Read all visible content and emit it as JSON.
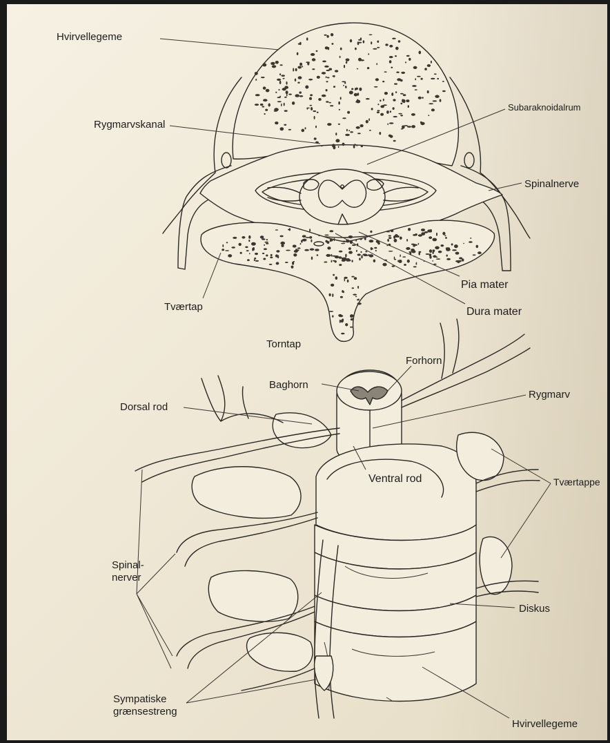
{
  "labels": {
    "hvirvellegeme_top": "Hvirvellegeme",
    "subaraknoidalrum": "Subaraknoidalrum",
    "rygmarvskanal": "Rygmarvskanal",
    "spinalnerve": "Spinalnerve",
    "pia_mater": "Pia mater",
    "dura_mater": "Dura mater",
    "tvaertap": "Tværtap",
    "torntap": "Torntap",
    "forhorn": "Forhorn",
    "baghorn": "Baghorn",
    "rygmarv": "Rygmarv",
    "dorsal_rod": "Dorsal rod",
    "ventral_rod": "Ventral rod",
    "tvaertappe": "Tværtappe",
    "spinalnerver_1": "Spinal-",
    "spinalnerver_2": "nerver",
    "diskus": "Diskus",
    "sympatiske_1": "Sympatiske",
    "sympatiske_2": "grænsestreng",
    "hvirvellegeme_bottom": "Hvirvellegeme"
  },
  "colors": {
    "ink": "#2a2824",
    "paper": "#f2ecdc",
    "speckle": "#3b3630"
  }
}
